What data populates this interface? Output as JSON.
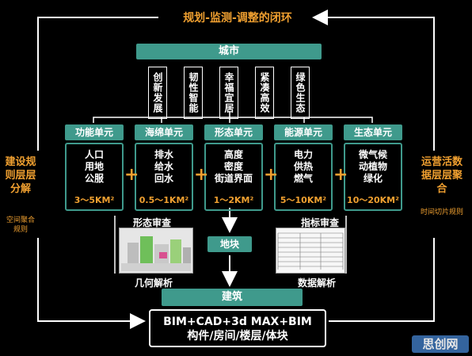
{
  "title": "规划-监测-调整的闭环",
  "city": "城市",
  "city_items": [
    "创新发展",
    "韧性智能",
    "幸福宜居",
    "紧凑高效",
    "绿色生态"
  ],
  "units": [
    {
      "name": "功能单元",
      "lines": [
        "人口",
        "用地",
        "公服"
      ],
      "area": "3～5KM²"
    },
    {
      "name": "海绵单元",
      "lines": [
        "排水",
        "给水",
        "回水"
      ],
      "area": "0.5～1KM²"
    },
    {
      "name": "形态单元",
      "lines": [
        "高度",
        "密度",
        "街道界面"
      ],
      "area": "1～2KM²"
    },
    {
      "name": "能源单元",
      "lines": [
        "电力",
        "供热",
        "燃气"
      ],
      "area": "5～10KM²"
    },
    {
      "name": "生态单元",
      "lines": [
        "微气候",
        "动植物",
        "绿化"
      ],
      "area": "10～20KM²"
    }
  ],
  "plus": "+",
  "left_side": {
    "main": "建设规则层层分解",
    "sub": "空间聚合规则"
  },
  "right_side": {
    "main": "运营活数据层层聚合",
    "sub": "时间切片规则"
  },
  "morph_review": "形态审查",
  "geom_analysis": "几何解析",
  "index_review": "指标审查",
  "data_analysis": "数据解析",
  "plot": "地块",
  "building": "建筑",
  "bim_line1": "BIM+CAD+3d MAX+BIM",
  "bim_line2": "构件/房间/楼层/体块",
  "watermark": "思创网"
}
